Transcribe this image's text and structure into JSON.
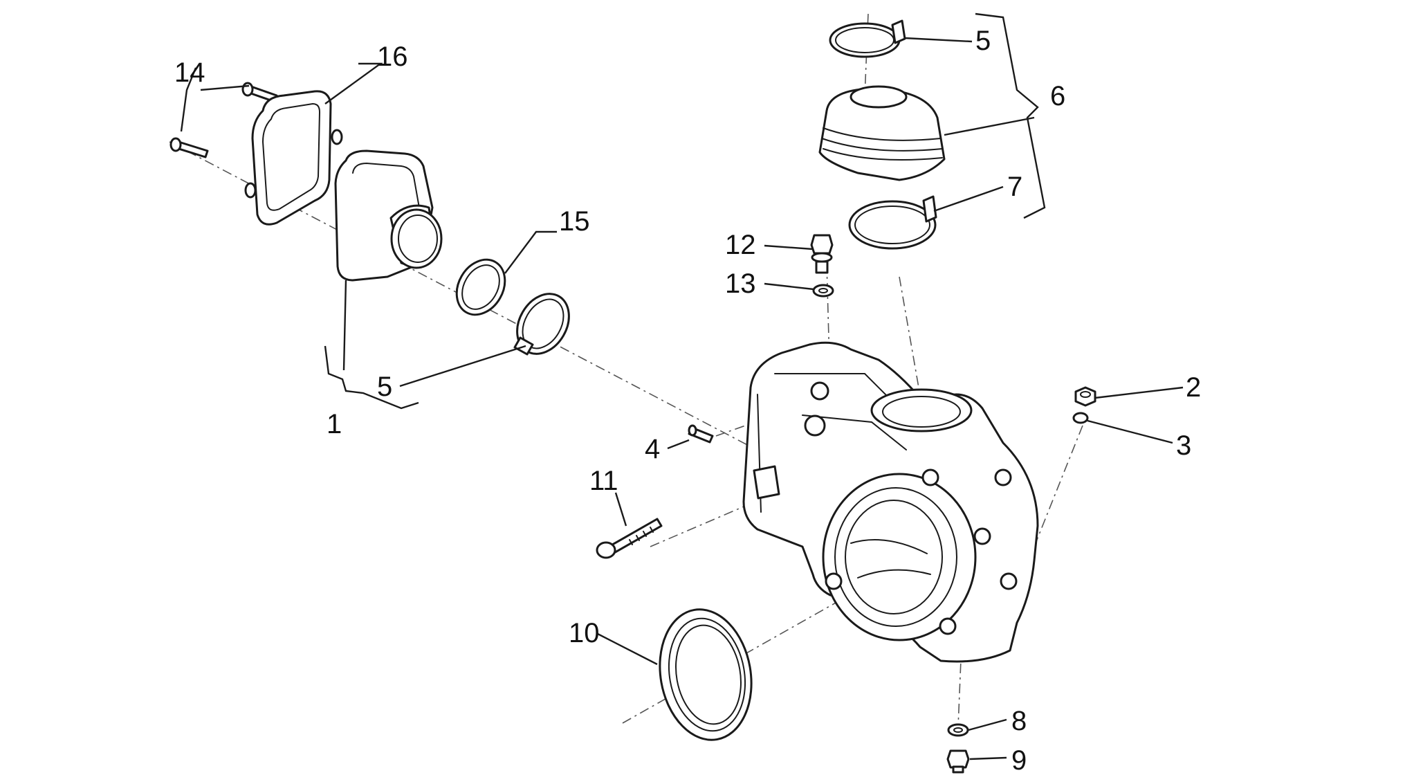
{
  "diagram": {
    "callouts": [
      "1",
      "2",
      "3",
      "4",
      "5",
      "5",
      "6",
      "7",
      "8",
      "9",
      "10",
      "11",
      "12",
      "13",
      "14",
      "15",
      "16"
    ]
  },
  "colors": {
    "line": "#1a1a1a",
    "background": "#ffffff"
  }
}
